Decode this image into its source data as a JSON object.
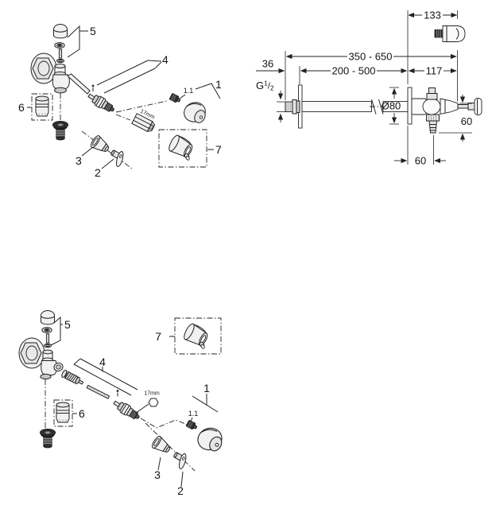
{
  "palette": {
    "background": "#ffffff",
    "ink": "#222222",
    "part_fill_light": "#f1f1f1",
    "part_fill_dark": "#333333"
  },
  "exploded_top": {
    "callouts": {
      "n1": "1",
      "n1_1": "1.1",
      "n2": "2",
      "n3": "3",
      "n4": "4",
      "n5": "5",
      "n6": "6",
      "n7": "7"
    },
    "wrench_label": "17mm"
  },
  "dimensions": {
    "knob_length": "133",
    "total_length": "350 - 650",
    "wall_length": "200 - 500",
    "valve_length": "117",
    "thread_length": "36",
    "thread": {
      "g": "G",
      "num": "1",
      "slash": "/",
      "den": "2"
    },
    "flange_diameter": "Ø80",
    "outlet_drop": "60",
    "hose_offset": "60"
  },
  "exploded_bottom": {
    "callouts": {
      "n1": "1",
      "n1_1": "1.1",
      "n2": "2",
      "n3": "3",
      "n4": "4",
      "n5": "5",
      "n6": "6",
      "n7": "7"
    },
    "wrench_label": "17mm"
  }
}
